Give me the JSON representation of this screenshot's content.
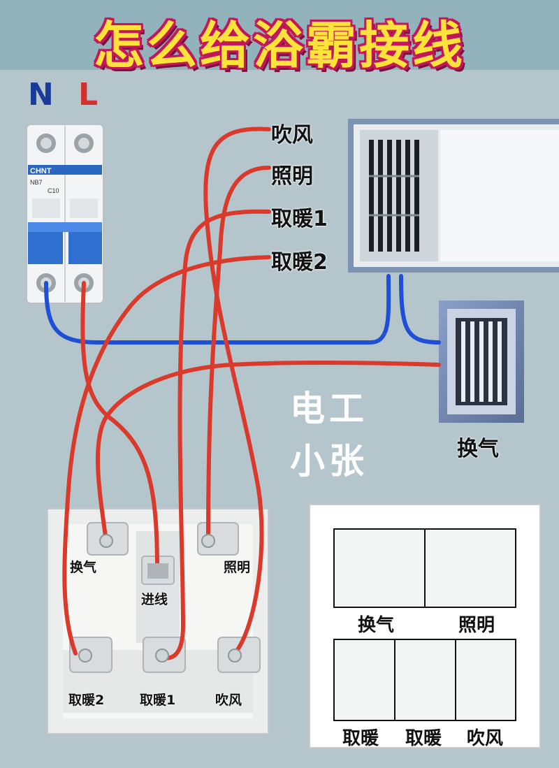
{
  "title": "怎么给浴霸接线",
  "breaker": {
    "terminal_n": "N",
    "terminal_l": "L",
    "brand": "CHNT",
    "model": "NB7",
    "rating": "C10",
    "colors": {
      "n": "#1a3a9a",
      "l": "#d32f2f"
    }
  },
  "wire_labels": {
    "blow": "吹风",
    "light": "照明",
    "heat1": "取暖1",
    "heat2": "取暖2"
  },
  "exhaust_fan": {
    "label": "换气"
  },
  "watermark": {
    "line1": "电工",
    "line2": "小张"
  },
  "switch_box": {
    "top_left": "换气",
    "top_right": "照明",
    "center": "进线",
    "bottom_left": "取暖2",
    "bottom_mid": "取暖1",
    "bottom_right": "吹风"
  },
  "switch_panel": {
    "top": [
      "换气",
      "照明"
    ],
    "bottom": [
      "取暖",
      "取暖",
      "吹风"
    ]
  },
  "colors": {
    "live_wire": "#d93a2c",
    "neutral_wire": "#1f4fd6",
    "title_fill": "#ffe33a",
    "title_outline": "#c2185b"
  }
}
